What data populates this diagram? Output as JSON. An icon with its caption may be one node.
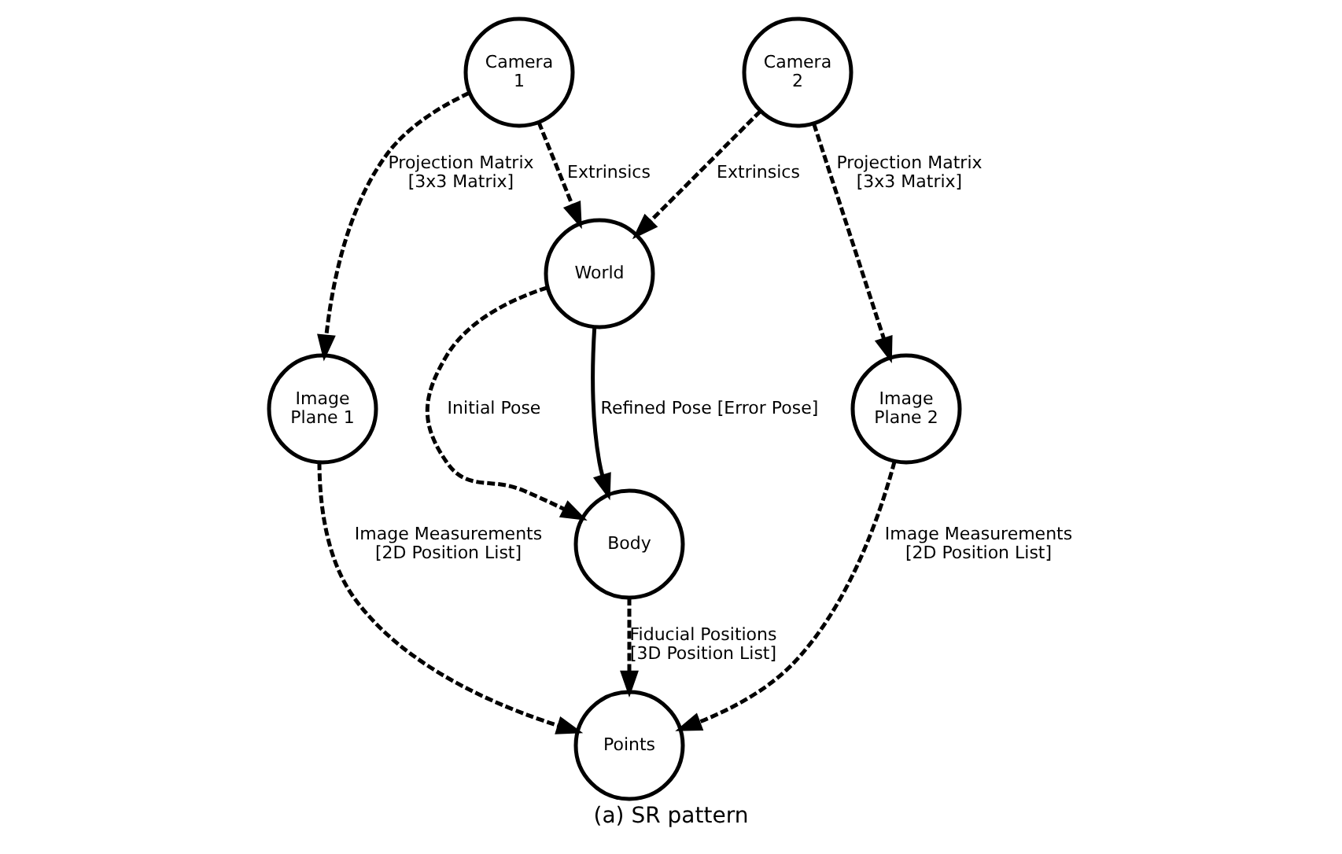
{
  "diagram": {
    "caption": "(a) SR pattern",
    "nodes": [
      {
        "text": [
          "World"
        ]
      },
      {
        "text": [
          "Camera 1"
        ]
      },
      {
        "text": [
          "Body"
        ]
      },
      {
        "text": [
          "Camera 2"
        ]
      },
      {
        "text": [
          "Image Plane 1"
        ]
      },
      {
        "text": [
          "Image Plane 2"
        ]
      },
      {
        "text": [
          "Points"
        ]
      }
    ],
    "edges": [
      {
        "from": 1,
        "to": 0,
        "arrow": "to",
        "label": "Extrinsics",
        "style": "dashed"
      },
      {
        "from": 3,
        "to": 0,
        "arrow": "to",
        "label": "Extrinsics",
        "style": "dashed"
      },
      {
        "from": 0,
        "to": 2,
        "arrow": "to",
        "label": "Initial Pose",
        "style": "dashed"
      },
      {
        "from": 0,
        "to": 2,
        "arrow": "to",
        "label": "Refined Pose [Error Pose]"
      },
      {
        "from": 1,
        "to": 4,
        "arrow": "to",
        "label": "Projection Matrix [3x3 Matrix]",
        "style": "dashed"
      },
      {
        "from": 3,
        "to": 5,
        "arrow": "to",
        "label": "Projection Matrix [3x3 Matrix]",
        "style": "dashed"
      },
      {
        "from": 2,
        "to": 6,
        "arrow": "to",
        "label": "Fiducial Positions [3D Position List]",
        "style": "dashed"
      },
      {
        "from": 4,
        "to": 6,
        "arrow": "to",
        "label": "Image Measurements [2D Position List]",
        "style": "dashed"
      },
      {
        "from": 5,
        "to": 6,
        "arrow": "to",
        "label": "Image Measurements [2D Position List]",
        "style": "dashed"
      }
    ]
  }
}
